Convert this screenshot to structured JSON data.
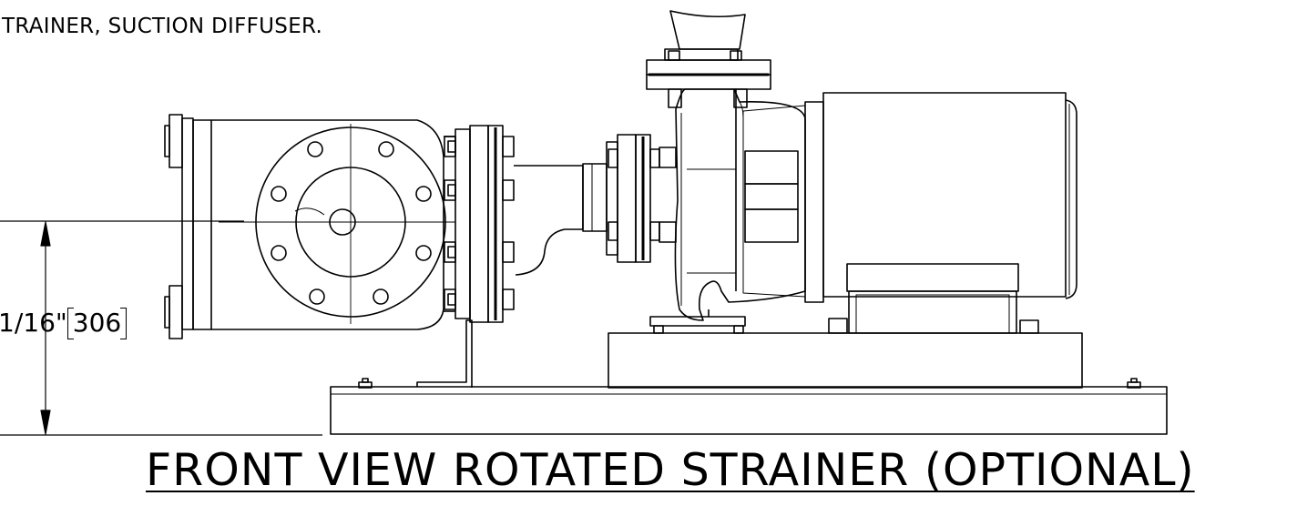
{
  "note": "TRAINER, SUCTION DIFFUSER.",
  "dimension": {
    "inch": "1/16\"",
    "metric": "306"
  },
  "title": "FRONT VIEW ROTATED STRAINER (OPTIONAL)"
}
